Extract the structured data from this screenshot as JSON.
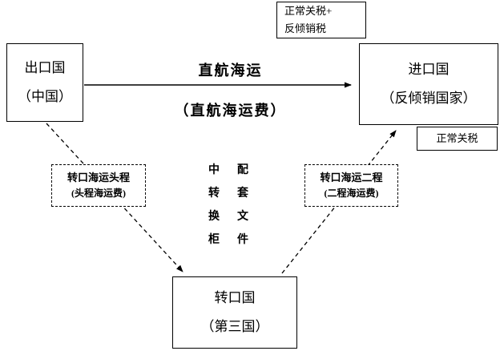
{
  "diagram": {
    "export_box": {
      "line1": "出口国",
      "line2": "（中国）"
    },
    "import_box": {
      "line1": "进口国",
      "line2": "（反倾销国家）"
    },
    "transit_box": {
      "line1": "转口国",
      "line2": "（第三国）"
    },
    "tariff_top_box": {
      "line1": "正常关税+",
      "line2": "反倾销税"
    },
    "tariff_right_box": {
      "label": "正常关税"
    },
    "direct_route": {
      "label": "直航海运",
      "sublabel": "（直航海运费）"
    },
    "first_leg_box": {
      "line1": "转口海运头程",
      "line2": "(头程海运费)"
    },
    "second_leg_box": {
      "line1": "转口海运二程",
      "line2": "(二程海运费)"
    },
    "middle_text": {
      "rows": [
        [
          "中",
          "配"
        ],
        [
          "转",
          "套"
        ],
        [
          "换",
          "文"
        ],
        [
          "柜",
          "件"
        ]
      ]
    },
    "colors": {
      "stroke": "#000000",
      "background": "#ffffff"
    }
  }
}
